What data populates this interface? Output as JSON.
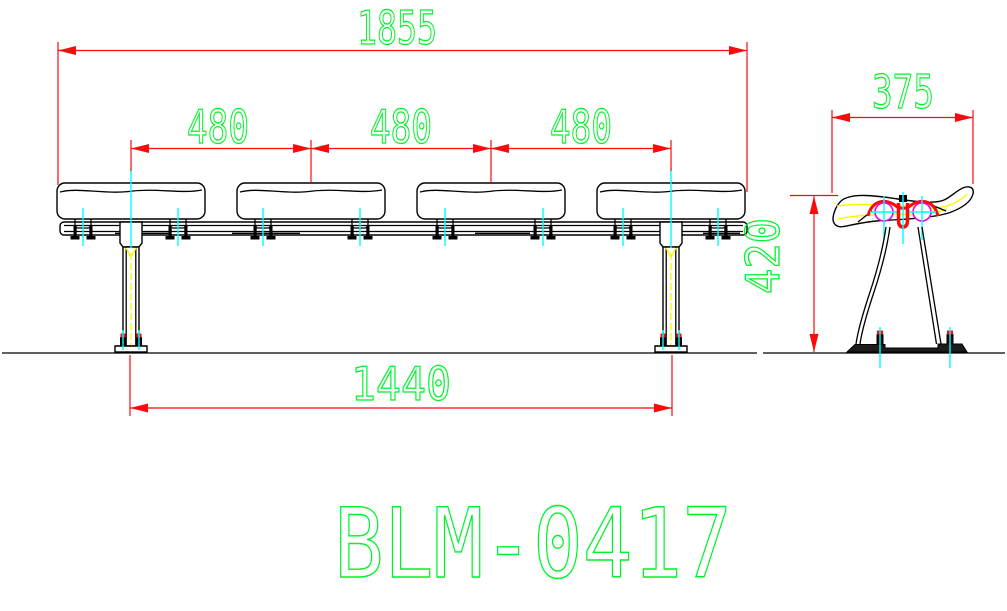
{
  "drawing": {
    "title": "BLM-0417",
    "views": {
      "front": {
        "dim_total_width": "1855",
        "dim_seat_pitch_1": "480",
        "dim_seat_pitch_2": "480",
        "dim_seat_pitch_3": "480",
        "dim_leg_spacing": "1440"
      },
      "side": {
        "dim_seat_depth": "375",
        "dim_seat_height": "420"
      }
    },
    "colors": {
      "outline": "#000000",
      "dim": "#fa0a0a",
      "gtext": "#00f32a",
      "centerline": "#00ffff",
      "legline": "#f7f70a",
      "boltring": "#ee00ee",
      "background": "#ffffff"
    }
  }
}
